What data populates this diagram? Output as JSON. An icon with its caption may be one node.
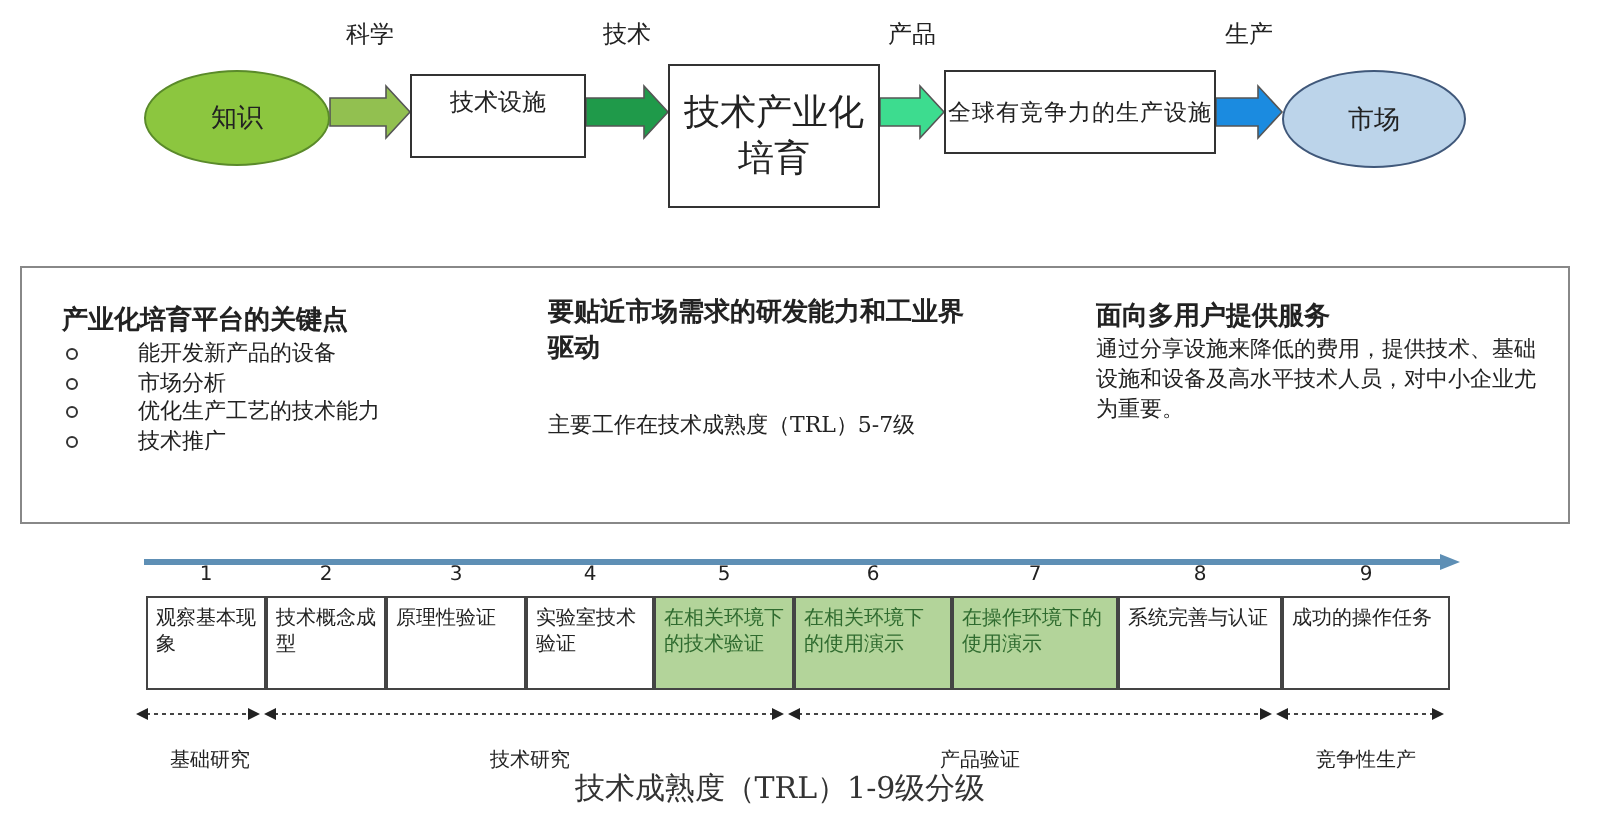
{
  "diagram": {
    "caption": "技术成熟度（TRL）1-9级分级",
    "nodes": [
      {
        "text": [
          "知识"
        ]
      },
      {
        "text": [
          "技术设施"
        ]
      },
      {
        "text": [
          "技术产业化培育"
        ]
      },
      {
        "text": [
          "全球有竞争力的生产设施"
        ]
      },
      {
        "text": [
          "市场"
        ]
      },
      {
        "text": [
          "产业化培育平台的关键点",
          "能开发新产品的设备",
          "市场分析",
          "优化生产工艺的技术能力",
          "技术推广",
          "要贴近市场需求的研发能力和工业界驱动",
          "主要工作在技术成熟度（TRL）5-7级",
          "面向多用户提供服务",
          "通过分享设施来降低的费用，提供技术、基础设施和设备及高水平技术人员，对中小企业尤为重要。"
        ]
      },
      {
        "text": [
          "观察基本现象"
        ],
        "beside": [
          "1"
        ]
      },
      {
        "text": [
          "技术概念成型"
        ],
        "beside": [
          "2"
        ]
      },
      {
        "text": [
          "原理性验证"
        ],
        "beside": [
          "3"
        ]
      },
      {
        "text": [
          "实验室技术验证"
        ],
        "beside": [
          "4"
        ]
      },
      {
        "text": [
          "在相关环境下的技术验证"
        ],
        "beside": [
          "5"
        ]
      },
      {
        "text": [
          "在相关环境下的使用演示"
        ],
        "beside": [
          "6"
        ]
      },
      {
        "text": [
          "在操作环境下的使用演示"
        ],
        "beside": [
          "7"
        ]
      },
      {
        "text": [
          "系统完善与认证"
        ],
        "beside": [
          "8"
        ]
      },
      {
        "text": [
          "成功的操作任务"
        ],
        "beside": [
          "9"
        ]
      }
    ],
    "edges": [
      {
        "from": 0,
        "to": 1,
        "arrow": "to",
        "label": "科学",
        "color": "#92c050"
      },
      {
        "from": 1,
        "to": 2,
        "arrow": "to",
        "label": "技术",
        "color": "#1f9a4a"
      },
      {
        "from": 2,
        "to": 3,
        "arrow": "to",
        "label": "产品",
        "color": "#3ddc8f"
      },
      {
        "from": 3,
        "to": 4,
        "arrow": "to",
        "label": "生产",
        "color": "#1b8be0"
      }
    ],
    "labels": [
      "基础研究",
      "技术研究",
      "产品验证",
      "竞争性生产"
    ]
  }
}
